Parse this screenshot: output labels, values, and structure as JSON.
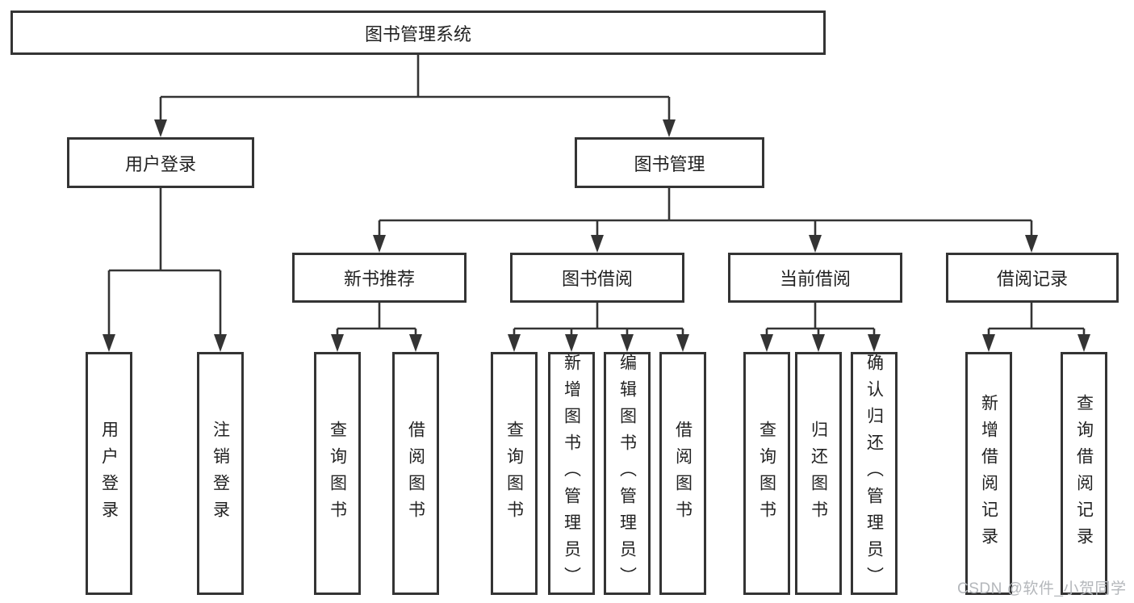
{
  "colors": {
    "line": "#343434",
    "text": "#222222",
    "watermark": "#b4b7bb",
    "background": "#ffffff"
  },
  "watermark": "CSDN @软件_小贺同学",
  "tree": {
    "label": "图书管理系统",
    "children": [
      {
        "label": "用户登录",
        "children": [
          {
            "label": "用户登录"
          },
          {
            "label": "注销登录"
          }
        ]
      },
      {
        "label": "图书管理",
        "children": [
          {
            "label": "新书推荐",
            "children": [
              {
                "label": "查询图书"
              },
              {
                "label": "借阅图书"
              }
            ]
          },
          {
            "label": "图书借阅",
            "children": [
              {
                "label": "查询图书"
              },
              {
                "label": "新增图书（管理员）"
              },
              {
                "label": "编辑图书（管理员）"
              },
              {
                "label": "借阅图书"
              }
            ]
          },
          {
            "label": "当前借阅",
            "children": [
              {
                "label": "查询图书"
              },
              {
                "label": "归还图书"
              },
              {
                "label": "确认归还（管理员）"
              }
            ]
          },
          {
            "label": "借阅记录",
            "children": [
              {
                "label": "新增借阅记录"
              },
              {
                "label": "查询借阅记录"
              }
            ]
          }
        ]
      }
    ]
  }
}
